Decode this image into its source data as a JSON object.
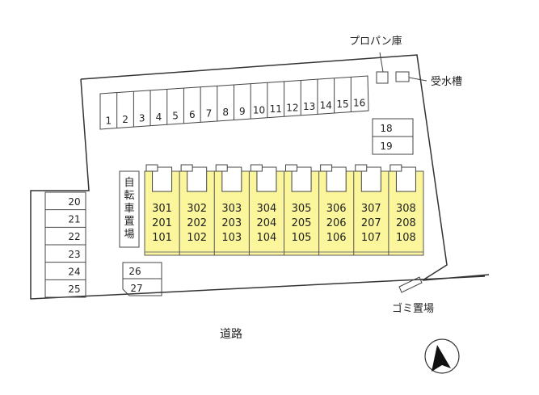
{
  "labels": {
    "propane": "プロパン庫",
    "water_tank": "受水槽",
    "garbage": "ゴミ置場",
    "road": "道路",
    "bicycle": [
      "自",
      "転",
      "車",
      "置",
      "場"
    ]
  },
  "parking_top": [
    "1",
    "2",
    "3",
    "4",
    "5",
    "6",
    "7",
    "8",
    "9",
    "10",
    "11",
    "12",
    "13",
    "14",
    "15",
    "16"
  ],
  "parking_right": [
    "18",
    "19"
  ],
  "parking_left": [
    "20",
    "21",
    "22",
    "23",
    "24",
    "25"
  ],
  "parking_small": [
    "26",
    "27"
  ],
  "units": [
    [
      "301",
      "201",
      "101"
    ],
    [
      "302",
      "202",
      "102"
    ],
    [
      "303",
      "203",
      "103"
    ],
    [
      "304",
      "204",
      "104"
    ],
    [
      "305",
      "205",
      "105"
    ],
    [
      "306",
      "206",
      "106"
    ],
    [
      "307",
      "207",
      "107"
    ],
    [
      "308",
      "208",
      "108"
    ]
  ],
  "colors": {
    "building_fill": "#fbf59c",
    "outline": "#333333"
  },
  "compass": "north-arrow-icon"
}
